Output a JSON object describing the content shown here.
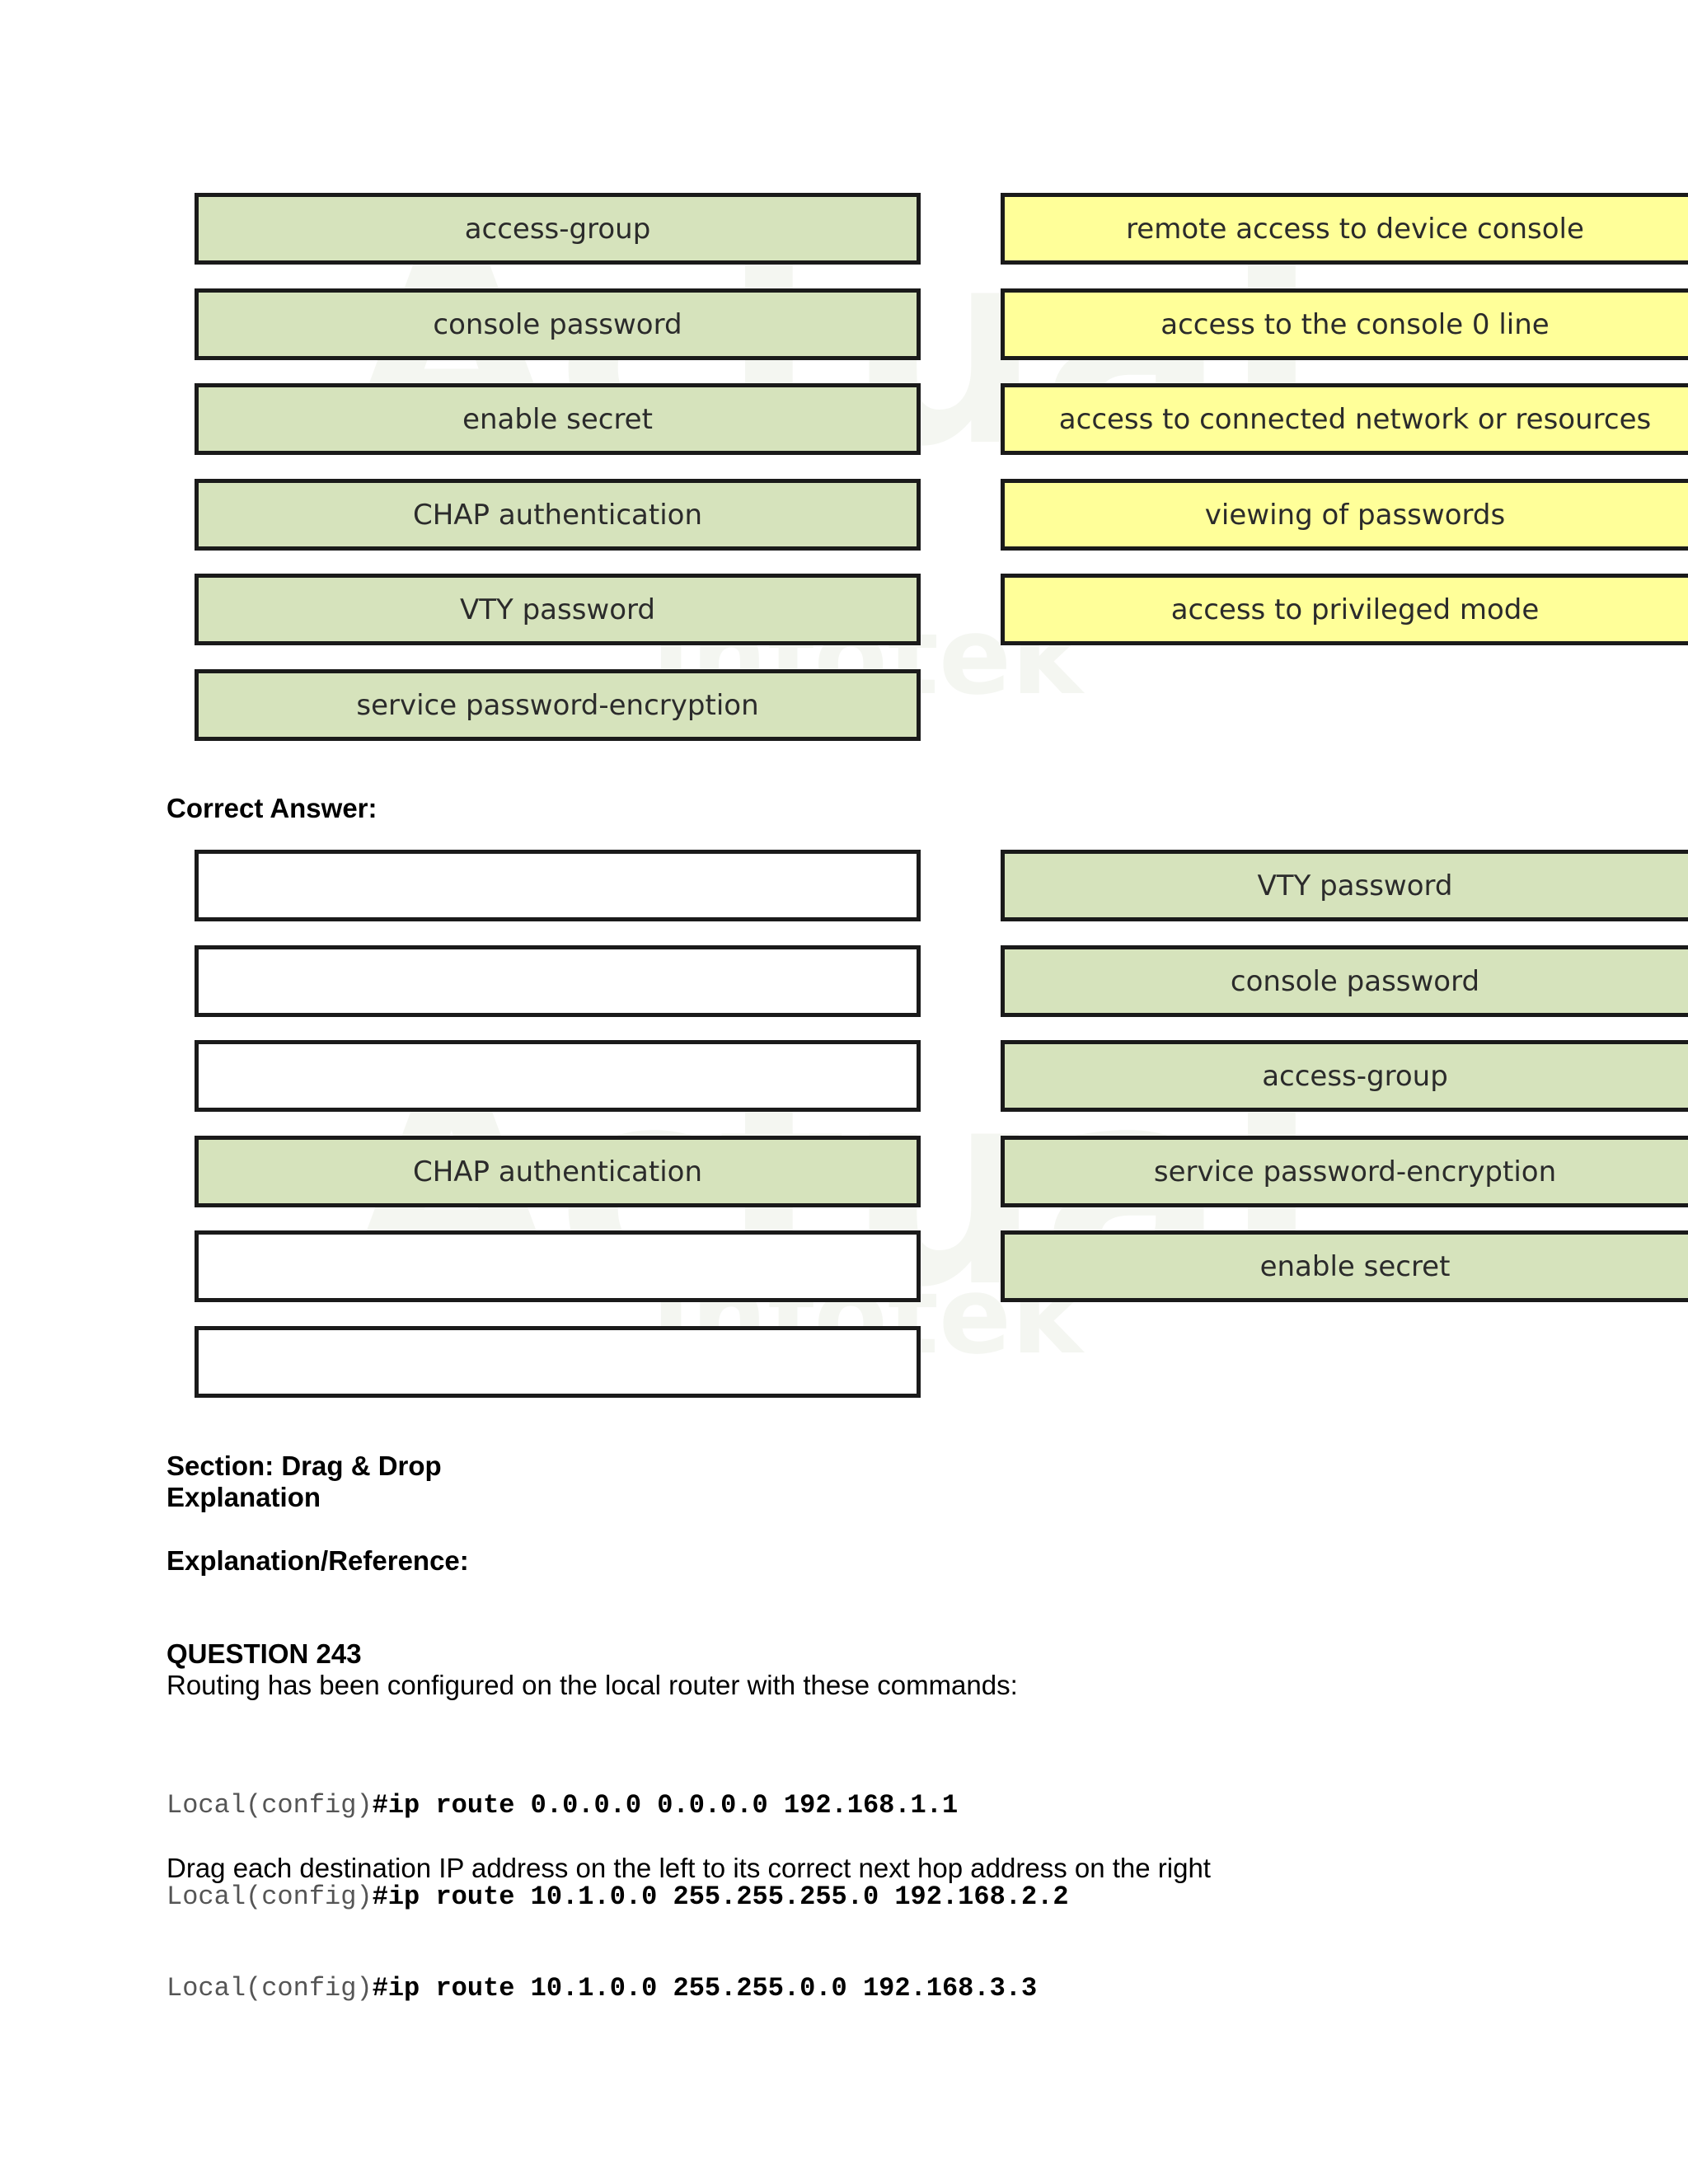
{
  "question_items": {
    "left": [
      "access-group",
      "console password",
      "enable secret",
      "CHAP authentication",
      "VTY password",
      "service password-encryption"
    ],
    "right": [
      "remote access to device console",
      "access to the console 0 line",
      "access to connected network or resources",
      "viewing of passwords",
      "access to privileged mode"
    ]
  },
  "correct_answer_label": "Correct Answer:",
  "answer_items": {
    "left": [
      "",
      "",
      "",
      "CHAP authentication",
      "",
      ""
    ],
    "right": [
      "VTY password",
      "console password",
      "access-group",
      "service password-encryption",
      "enable secret"
    ]
  },
  "section_label": "Section: Drag & Drop",
  "explanation_label": "Explanation",
  "explanation_ref_label": "Explanation/Reference:",
  "question": {
    "title": "QUESTION 243",
    "intro": "Routing has been configured on the local router with these commands:",
    "commands": [
      {
        "prompt": "Local(config)",
        "cmd": "#ip route 0.0.0.0 0.0.0.0 192.168.1.1"
      },
      {
        "prompt": "Local(config)",
        "cmd": "#ip route 10.1.0.0 255.255.255.0 192.168.2.2"
      },
      {
        "prompt": "Local(config)",
        "cmd": "#ip route 10.1.0.0 255.255.0.0 192.168.3.3"
      }
    ],
    "instruction": "Drag each destination IP address on the left to its correct next hop address on the right"
  },
  "watermark": {
    "line1": "Actual",
    "line2": "Infotek"
  },
  "colors": {
    "green_box": "#d6e3bc",
    "yellow_box": "#ffff99",
    "border": "#1a1a1a"
  }
}
